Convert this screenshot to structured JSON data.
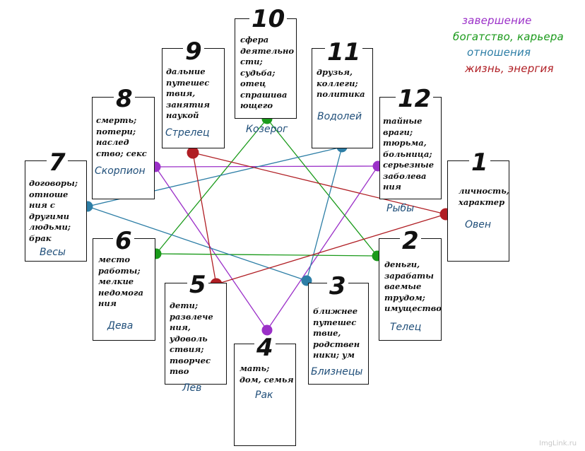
{
  "legend": {
    "completion": "завершение",
    "wealth": "богатство, карьера",
    "relations": "отношения",
    "life": "жизнь, энергия"
  },
  "colors": {
    "completion": "#9b30c8",
    "wealth": "#1a9a1a",
    "relations": "#2d7ea6",
    "life": "#b01e24"
  },
  "houses": [
    {
      "id": "1",
      "number": "1",
      "description": "личность,\nхарактер",
      "sign": "Овен"
    },
    {
      "id": "2",
      "number": "2",
      "description": "деньги,\nзарабаты\nваемые\nтрудом;\nимущество",
      "sign": "Телец"
    },
    {
      "id": "3",
      "number": "3",
      "description": "ближнее\nпутешес\nтвие,\nродствен\nники; ум",
      "sign": "Близнецы"
    },
    {
      "id": "4",
      "number": "4",
      "description": "мать;\nдом, семья",
      "sign": "Рак"
    },
    {
      "id": "5",
      "number": "5",
      "description": "дети;\nразвлече\nния,\nудоволь\nствия;\nтворчес\nтво",
      "sign": "Лев"
    },
    {
      "id": "6",
      "number": "6",
      "description": "место\nработы;\nмелкие\nнедомога\nния",
      "sign": "Дева"
    },
    {
      "id": "7",
      "number": "7",
      "description": "договоры;\nотноше\nния с\nдругими\nлюдьми;\nбрак",
      "sign": "Весы"
    },
    {
      "id": "8",
      "number": "8",
      "description": "смерть;\nпотери;\nнаслед\nство; секс",
      "sign": "Скорпион"
    },
    {
      "id": "9",
      "number": "9",
      "description": "дальние\nпутешес\nтвия,\nзанятия\nнаукой",
      "sign": "Стрелец"
    },
    {
      "id": "10",
      "number": "10",
      "description": "сфера\nдеятельно\nсти;\nсудьба;\nотец\nспрашива\nющего",
      "sign": "Козерог"
    },
    {
      "id": "11",
      "number": "11",
      "description": "друзья,\nколлеги;\nполитика",
      "sign": "Водолей"
    },
    {
      "id": "12",
      "number": "12",
      "description": "тайные\nвраги;\nтюрьма,\nбольница;\nсерьезные\nзаболева\nния",
      "sign": "Рыбы"
    }
  ],
  "triangles": [
    {
      "element": "completion",
      "houses": [
        "12",
        "4",
        "8"
      ]
    },
    {
      "element": "wealth",
      "houses": [
        "10",
        "2",
        "6"
      ]
    },
    {
      "element": "relations",
      "houses": [
        "11",
        "3",
        "7"
      ]
    },
    {
      "element": "life",
      "houses": [
        "1",
        "5",
        "9"
      ]
    }
  ],
  "watermark": "ImgLink.ru"
}
